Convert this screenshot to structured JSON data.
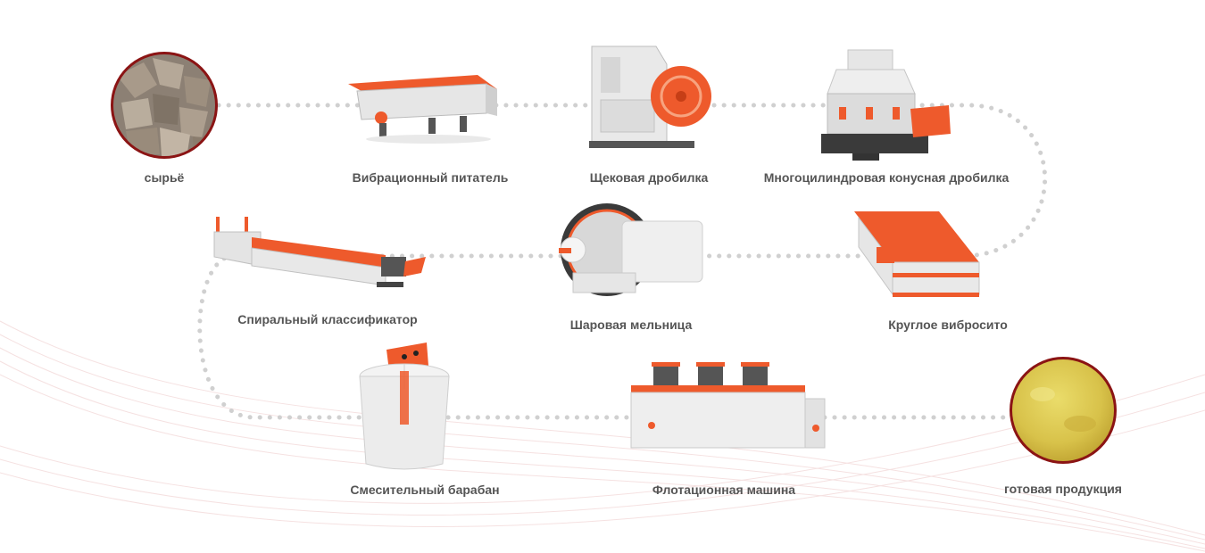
{
  "colors": {
    "accent": "#ee5a2c",
    "circle_border": "#8b1414",
    "label_text": "#555555",
    "dots": "#cfcfcf",
    "machine_body": "#e8e8e8"
  },
  "nodes": [
    {
      "id": "raw",
      "label": "сырьё",
      "icon": "raw-ore-icon"
    },
    {
      "id": "feeder",
      "label": "Вибрационный питатель",
      "icon": "vibrating-feeder-icon"
    },
    {
      "id": "jaw",
      "label": "Щековая дробилка",
      "icon": "jaw-crusher-icon"
    },
    {
      "id": "cone",
      "label": "Многоцилиндровая конусная дробилка",
      "icon": "cone-crusher-icon"
    },
    {
      "id": "screen",
      "label": "Круглое вибросито",
      "icon": "vibrating-screen-icon"
    },
    {
      "id": "mill",
      "label": "Шаровая мельница",
      "icon": "ball-mill-icon"
    },
    {
      "id": "classifier",
      "label": "Спиральный классификатор",
      "icon": "spiral-classifier-icon"
    },
    {
      "id": "mixer",
      "label": "Смесительный барабан",
      "icon": "mixing-tank-icon"
    },
    {
      "id": "flotation",
      "label": "Флотационная машина",
      "icon": "flotation-machine-icon"
    },
    {
      "id": "product",
      "label": "готовая продукция",
      "icon": "finished-product-icon"
    }
  ]
}
